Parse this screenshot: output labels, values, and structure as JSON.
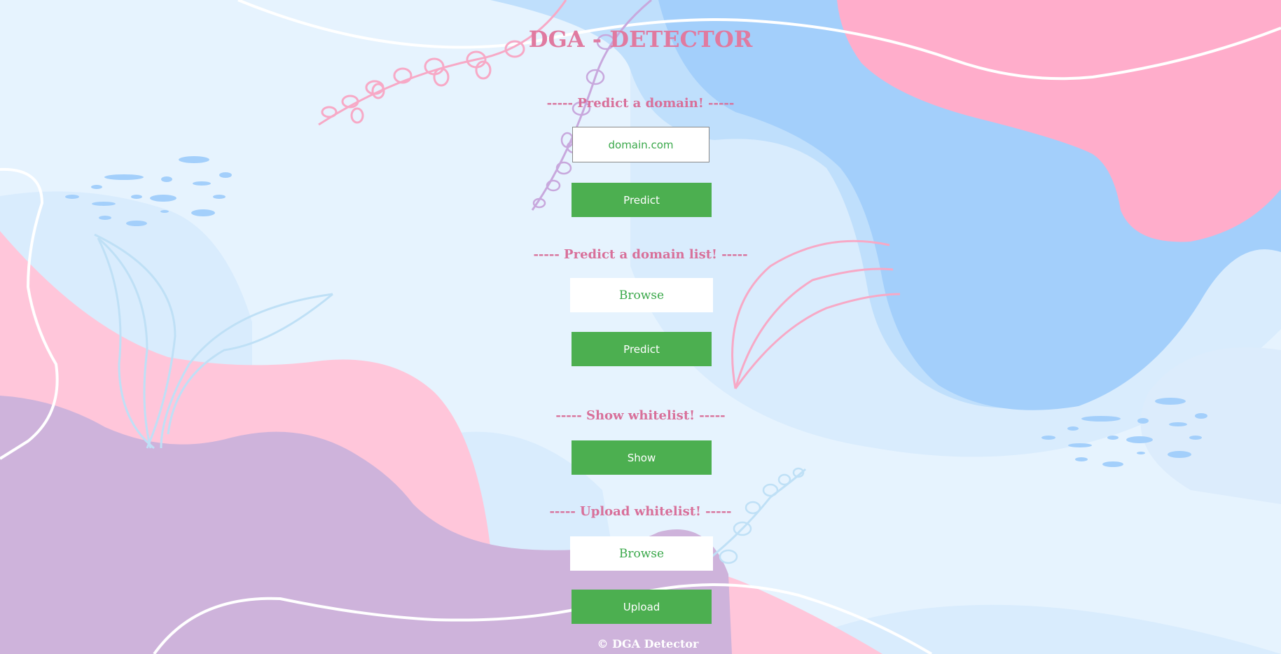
{
  "app": {
    "title": "DGA - DETECTOR"
  },
  "predict_domain": {
    "heading": "----- Predict a domain! -----",
    "input_placeholder": "domain.com",
    "button_label": "Predict"
  },
  "predict_list": {
    "heading": "----- Predict a domain list! -----",
    "browse_label": "Browse",
    "button_label": "Predict"
  },
  "show_whitelist": {
    "heading": "----- Show whitelist! -----",
    "button_label": "Show"
  },
  "upload_whitelist": {
    "heading": "----- Upload whitelist! -----",
    "browse_label": "Browse",
    "button_label": "Upload"
  },
  "footer": {
    "text": "© DGA Detector"
  },
  "colors": {
    "background": "#e6f3fe",
    "accent_pink": "#e07aa0",
    "button_green": "#4caf50",
    "text_green": "#3aa84a",
    "blob_blue": "#a3cffb",
    "blob_pink": "#ffc6da",
    "blob_purple": "#ceb3db"
  }
}
